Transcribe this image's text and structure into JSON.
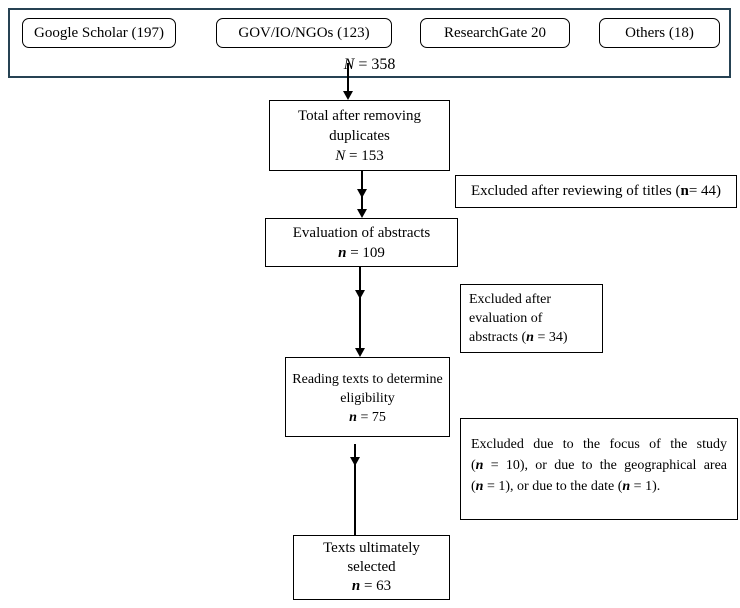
{
  "sources": {
    "boxes": [
      {
        "label": "Google Scholar (197)"
      },
      {
        "label": "GOV/IO/NGOs (123)"
      },
      {
        "label": "ResearchGate 20"
      },
      {
        "label": "Others (18)"
      }
    ],
    "total": {
      "var": "N",
      "rest": " = 358"
    }
  },
  "flow": {
    "duplicates": {
      "line1": "Total after removing",
      "line2": "duplicates",
      "var": "N",
      "rest": " = 153"
    },
    "abstracts": {
      "line1": "Evaluation of abstracts",
      "var": "n",
      "rest": " = 109"
    },
    "eligibility": {
      "line1": "Reading texts to determine",
      "line2": "eligibility",
      "var": "n",
      "rest": " = 75"
    },
    "selected": {
      "line1": "Texts ultimately",
      "line2": "selected",
      "var": "n",
      "rest": " = 63"
    }
  },
  "exclusions": {
    "titles": {
      "pre": "Excluded after reviewing of titles (",
      "var": "n",
      "post": " = 44)"
    },
    "abstracts": {
      "line1": "Excluded after",
      "line2": "evaluation of",
      "l3_pre": "abstracts (",
      "var": "n",
      "l3_post": " = 34)"
    },
    "fulltext": {
      "line1": "Excluded due to the focus of the study",
      "l2_pre": "(",
      "l2_var": "n",
      "l2_post": " = 10), or due to the geographical area",
      "l3_pre": "(",
      "l3_var": "n",
      "l3_mid": " = 1), or due to the date (",
      "l3_var2": "n",
      "l3_post": " = 1)."
    }
  }
}
